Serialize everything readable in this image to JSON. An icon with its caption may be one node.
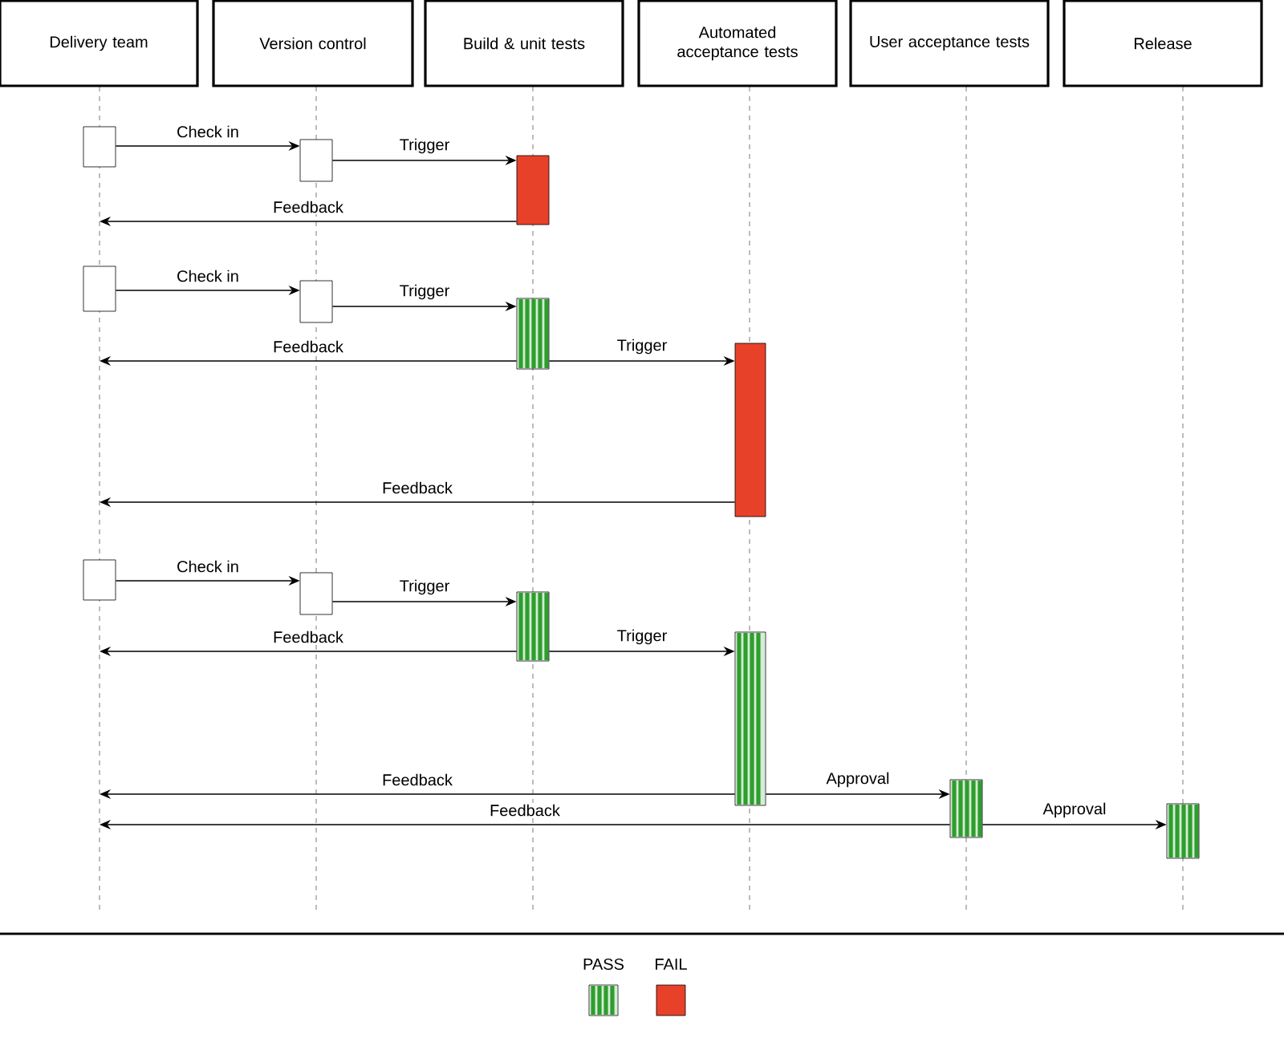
{
  "diagram": {
    "nodes": [
      {
        "text": [
          "Delivery team"
        ]
      },
      {
        "text": [
          "Version control"
        ]
      },
      {
        "text": [
          "Build & unit tests"
        ]
      },
      {
        "text": [
          "Automated acceptance tests"
        ]
      },
      {
        "text": [
          "User acceptance tests"
        ]
      },
      {
        "text": [
          "Release"
        ]
      },
      {
        "text": [],
        "shape": "box"
      },
      {
        "text": [],
        "shape": "box"
      },
      {
        "text": [],
        "shape": "box"
      },
      {
        "text": [],
        "shape": "box"
      },
      {
        "text": [],
        "shape": "box"
      },
      {
        "text": [],
        "shape": "box"
      },
      {
        "text": [],
        "shape": "box"
      },
      {
        "text": [],
        "shape": "box"
      },
      {
        "text": [],
        "shape": "box"
      },
      {
        "text": [],
        "shape": "box"
      },
      {
        "text": [],
        "shape": "box"
      },
      {
        "text": [],
        "shape": "box"
      },
      {
        "text": [],
        "shape": "box"
      }
    ],
    "edges": [
      {
        "from": 6,
        "to": 7,
        "arrow": "to",
        "label": "Check in"
      },
      {
        "from": 7,
        "to": 8,
        "arrow": "to",
        "label": "Trigger"
      },
      {
        "from": 8,
        "to": null,
        "arrow": "to",
        "label": "Feedback"
      },
      {
        "from": 9,
        "to": 10,
        "arrow": "to",
        "label": "Check in"
      },
      {
        "from": 10,
        "to": 11,
        "arrow": "to",
        "label": "Trigger"
      },
      {
        "from": 11,
        "to": null,
        "arrow": "to",
        "label": "Feedback"
      },
      {
        "from": 11,
        "to": 12,
        "arrow": "to",
        "label": "Trigger"
      },
      {
        "from": 12,
        "to": null,
        "arrow": "to",
        "label": "Feedback"
      },
      {
        "from": 13,
        "to": 14,
        "arrow": "to",
        "label": "Check in"
      },
      {
        "from": 14,
        "to": 15,
        "arrow": "to",
        "label": "Trigger"
      },
      {
        "from": 15,
        "to": null,
        "arrow": "to",
        "label": "Feedback"
      },
      {
        "from": 15,
        "to": 16,
        "arrow": "to",
        "label": "Trigger"
      },
      {
        "from": 16,
        "to": null,
        "arrow": "to",
        "label": "Feedback"
      },
      {
        "from": 16,
        "to": 17,
        "arrow": "to",
        "label": "Approval"
      },
      {
        "from": 17,
        "to": null,
        "arrow": "to",
        "label": "Feedback"
      },
      {
        "from": 17,
        "to": 18,
        "arrow": "to",
        "label": "Approval"
      }
    ],
    "legend": [
      {
        "text": "PASS",
        "color": "#2e9e2e"
      },
      {
        "text": "FAIL",
        "color": "#e8412a"
      }
    ]
  }
}
